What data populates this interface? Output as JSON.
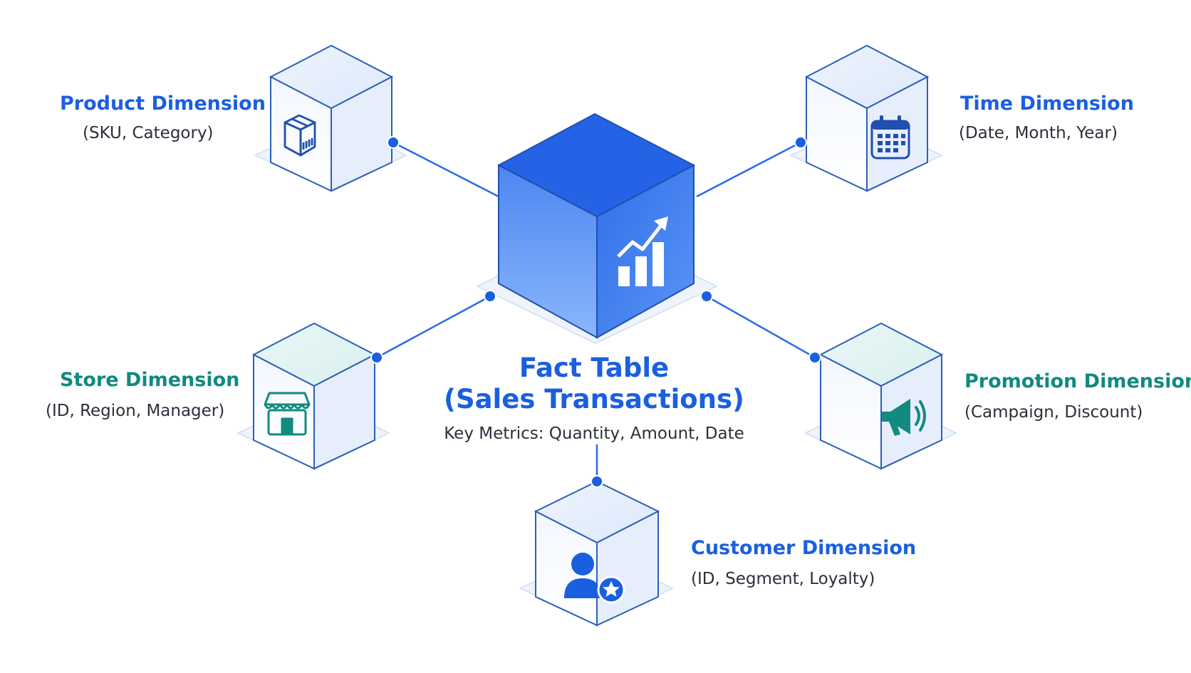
{
  "fact": {
    "title_line1": "Fact Table",
    "title_line2": "(Sales Transactions)",
    "metrics": "Key Metrics: Quantity, Amount, Date",
    "icon": "growth-chart-icon"
  },
  "dimensions": {
    "product": {
      "title": "Product Dimension",
      "attributes": "(SKU, Category)",
      "icon": "package-icon"
    },
    "time": {
      "title": "Time Dimension",
      "attributes": "(Date, Month, Year)",
      "icon": "calendar-icon"
    },
    "store": {
      "title": "Store Dimension",
      "attributes": "(ID, Region, Manager)",
      "icon": "storefront-icon"
    },
    "promotion": {
      "title": "Promotion Dimension",
      "attributes": "(Campaign, Discount)",
      "icon": "megaphone-icon"
    },
    "customer": {
      "title": "Customer Dimension",
      "attributes": "(ID, Segment, Loyalty)",
      "icon": "customer-star-icon"
    }
  },
  "colors": {
    "primary": "#1a5fe0",
    "teal": "#118a80",
    "cube_edge": "#2d5fb8",
    "cube_face": "#f1f5fd",
    "connector": "#2a6ae8"
  }
}
